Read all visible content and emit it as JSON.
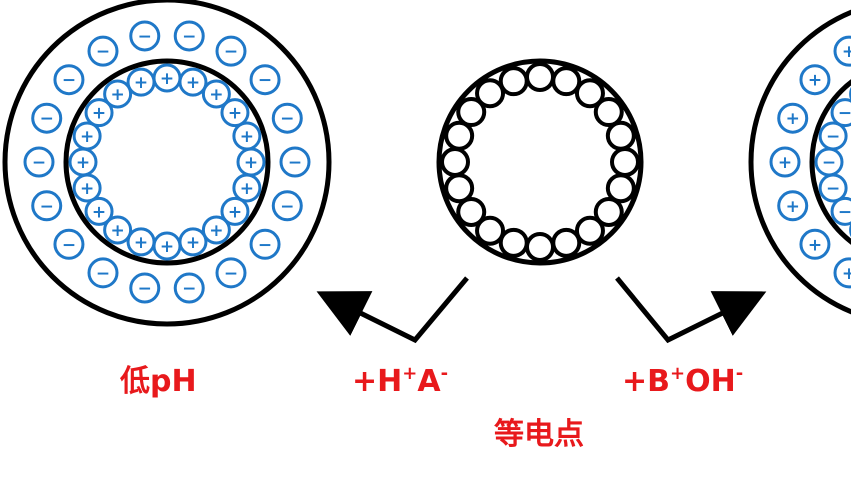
{
  "labels": {
    "low_ph": "低pH",
    "acid_main": "+H",
    "acid_sup1": "+",
    "acid_anion": "A",
    "acid_sup2": "-",
    "base_main": "+B",
    "base_sup1": "+",
    "base_anion": "OH",
    "base_sup2": "-",
    "isoelectric": "等电点"
  },
  "signs": {
    "plus": "+",
    "minus": "−"
  },
  "colors": {
    "outline": "#000000",
    "ion": "#1f78c8",
    "label": "#e8191c"
  }
}
